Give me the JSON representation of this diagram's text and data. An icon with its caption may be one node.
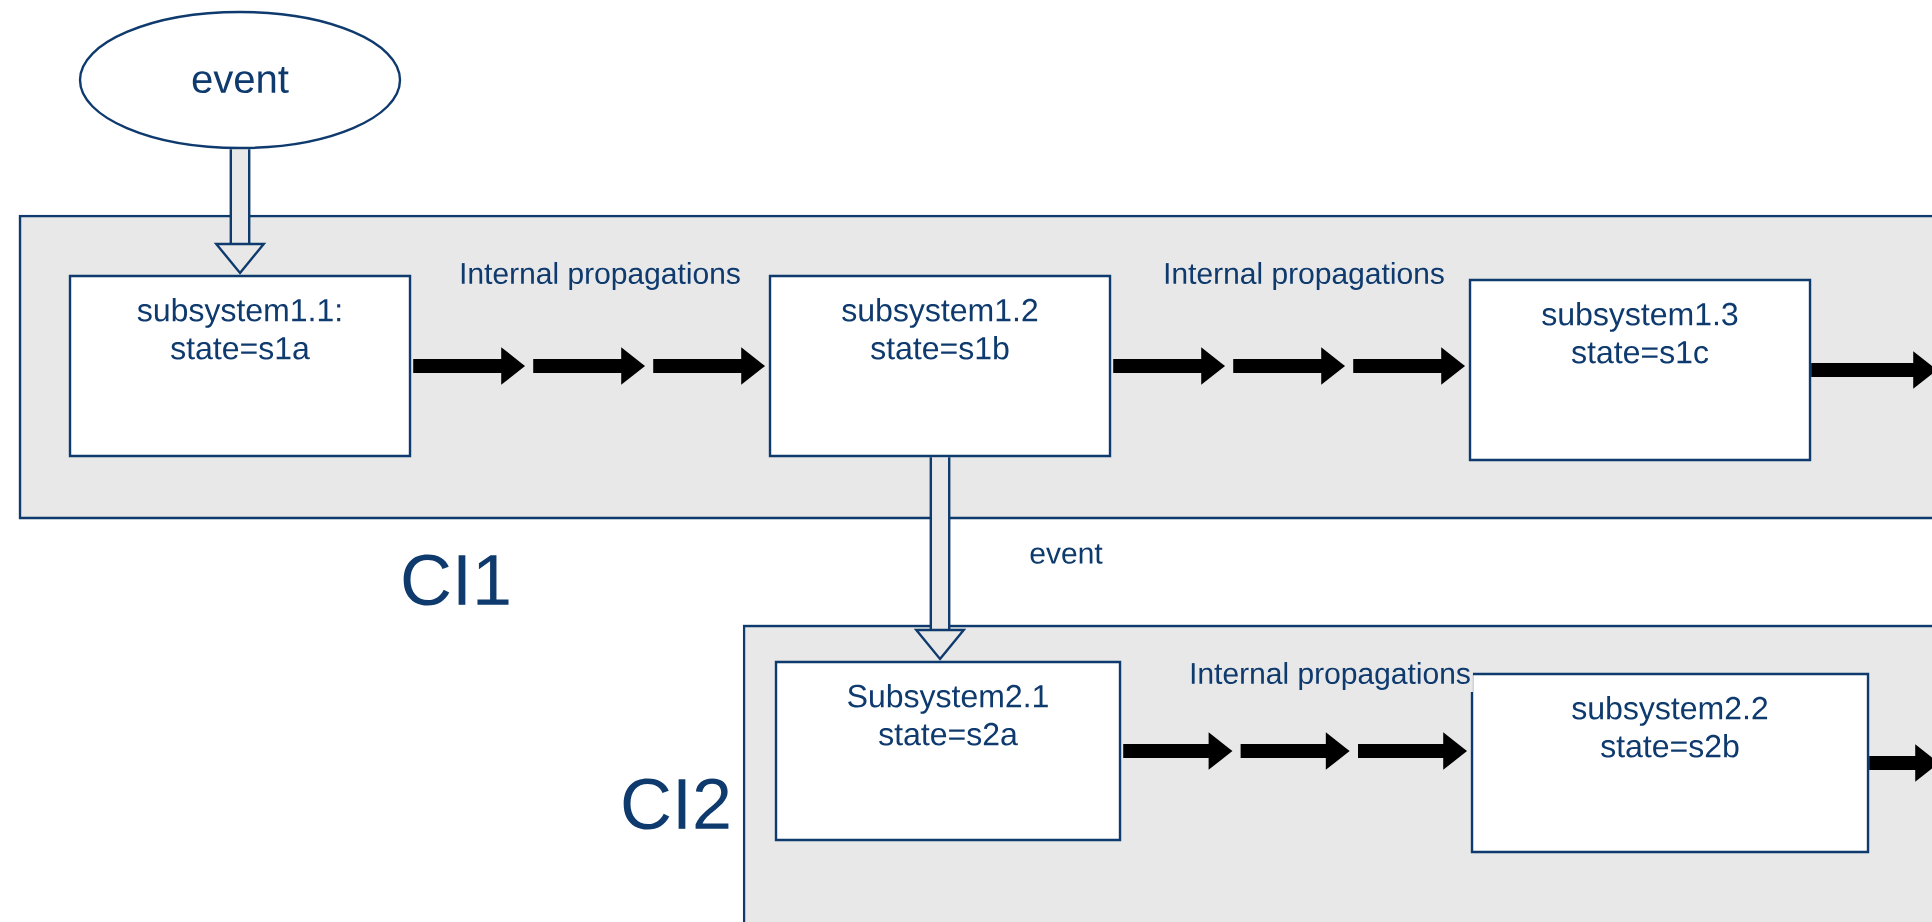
{
  "diagram": {
    "nodes": [
      {
        "text": [
          "event"
        ]
      },
      {
        "text": [
          "CI1"
        ]
      },
      {
        "text": [
          "subsystem1.1: state=s1a"
        ],
        "in": 1
      },
      {
        "text": [
          "subsystem1.2 state=s1b"
        ],
        "in": 1
      },
      {
        "text": [
          "subsystem1.3 state=s1c"
        ],
        "in": 1
      },
      {
        "text": [
          "CI2"
        ]
      },
      {
        "text": [
          "Subsystem2.1 state=s2a"
        ],
        "in": 5
      },
      {
        "text": [
          "subsystem2.2 state=s2b"
        ],
        "in": 5
      }
    ],
    "edges": [
      {
        "from": 0,
        "to": 2,
        "arrow": "to",
        "color": "#0e3a6e"
      },
      {
        "from": 2,
        "to": 3,
        "arrow": "to",
        "style": "dashed",
        "label": "Internal propagations"
      },
      {
        "from": 3,
        "to": 4,
        "arrow": "to",
        "style": "dashed",
        "label": "Internal propagations"
      },
      {
        "from": 4,
        "to": null,
        "arrow": "to"
      },
      {
        "from": 3,
        "to": 6,
        "arrow": "to",
        "label": "event",
        "color": "#0e3a6e"
      },
      {
        "from": 6,
        "to": 7,
        "arrow": "to",
        "style": "dashed",
        "label": "Internal propagations"
      },
      {
        "from": 7,
        "to": null,
        "arrow": "to"
      }
    ]
  }
}
